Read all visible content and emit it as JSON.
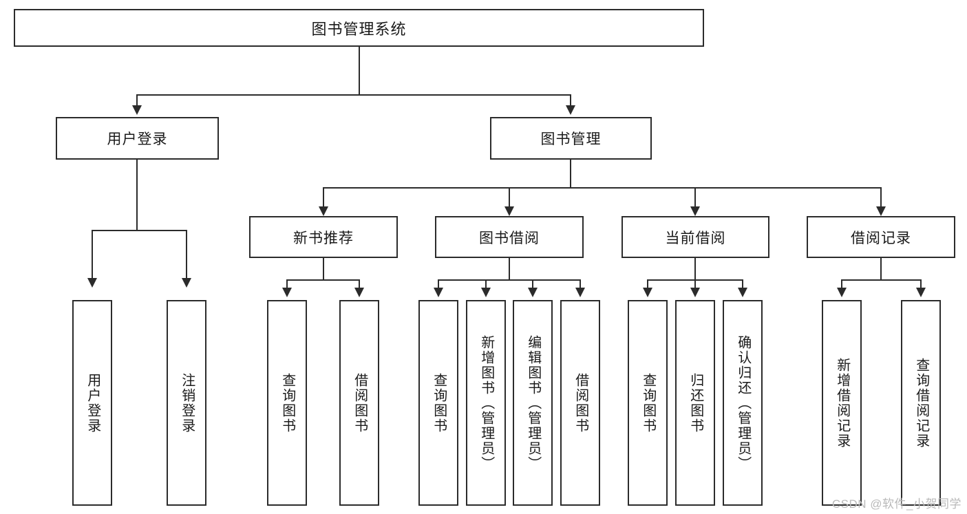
{
  "diagram": {
    "type": "tree-hierarchy",
    "root": {
      "label": "图书管理系统"
    },
    "level1": [
      {
        "label": "用户登录"
      },
      {
        "label": "图书管理"
      }
    ],
    "level2": [
      {
        "label": "新书推荐"
      },
      {
        "label": "图书借阅"
      },
      {
        "label": "当前借阅"
      },
      {
        "label": "借阅记录"
      }
    ],
    "leaves": {
      "user_login": [
        {
          "label": "用户登录"
        },
        {
          "label": "注销登录"
        }
      ],
      "new_book_recommend": [
        {
          "label": "查询图书"
        },
        {
          "label": "借阅图书"
        }
      ],
      "book_borrow": [
        {
          "label": "查询图书"
        },
        {
          "label": "新增图书（管理员）"
        },
        {
          "label": "编辑图书（管理员）"
        },
        {
          "label": "借阅图书"
        }
      ],
      "current_borrow": [
        {
          "label": "查询图书"
        },
        {
          "label": "归还图书"
        },
        {
          "label": "确认归还（管理员）"
        }
      ],
      "borrow_record": [
        {
          "label": "新增借阅记录"
        },
        {
          "label": "查询借阅记录"
        }
      ]
    }
  },
  "watermark": {
    "text": "CSDN @软件_小贺同学"
  },
  "colors": {
    "stroke": "#2b2b2b",
    "background": "#ffffff",
    "text": "#1a1a1a",
    "watermark": "#b9b9b9"
  }
}
